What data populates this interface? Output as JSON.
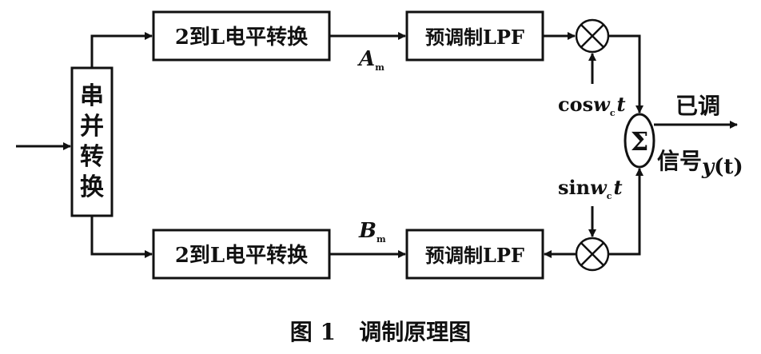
{
  "blocks": {
    "serial_parallel": [
      "串",
      "并",
      "转",
      "换"
    ],
    "level_conv_top": "2到L电平转换",
    "level_conv_bottom": "2到L电平转换",
    "lpf_top": "预调制LPF",
    "lpf_bottom": "预调制LPF",
    "sum_symbol": "Σ"
  },
  "signals": {
    "a_main": "A",
    "a_sub": "m",
    "b_main": "B",
    "b_sub": "m",
    "cos_pre": "cos",
    "cos_w": "w",
    "cos_sub": "c",
    "cos_t": "t",
    "sin_pre": "sin",
    "sin_w": "w",
    "sin_sub": "c",
    "sin_t": "t",
    "output_line1": "已调",
    "output_line2_prefix": "信号",
    "output_line2_y": "y",
    "output_line2_t": "(t)"
  },
  "caption": "图 1   调制原理图"
}
